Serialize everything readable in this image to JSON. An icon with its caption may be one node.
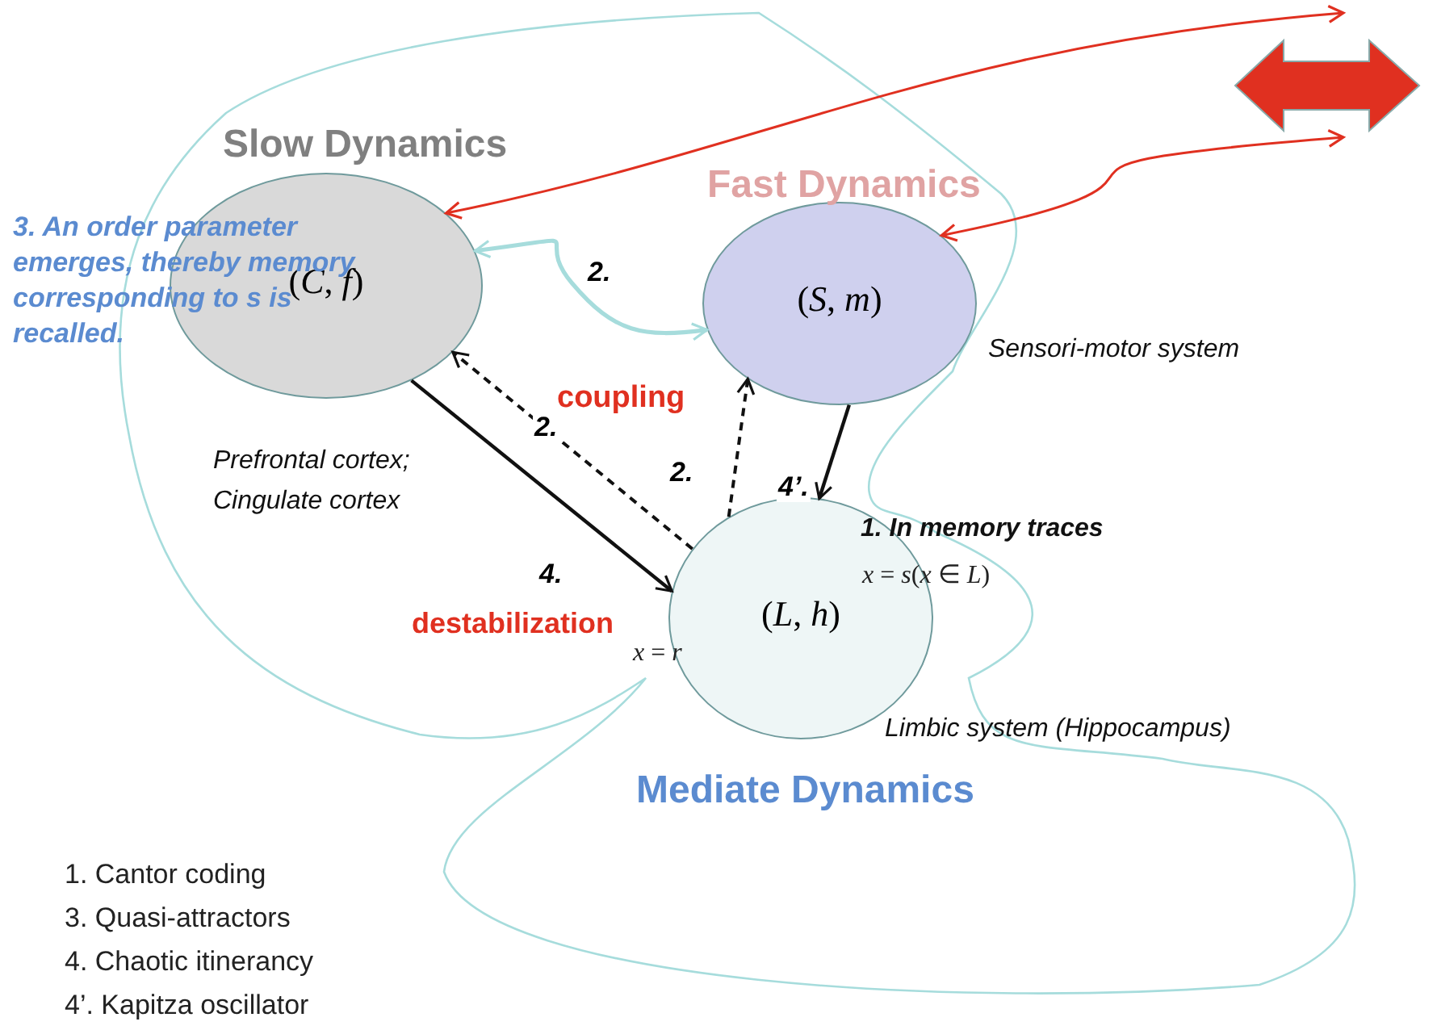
{
  "diagram": {
    "nodes": [
      {
        "text": [
          "Slow Dynamics",
          "(*C*, *f*)"
        ],
        "beside": [
          "Prefrontal cortex; Cingulate cortex"
        ]
      },
      {
        "text": [
          "Fast Dynamics",
          "(*S*, *m*)"
        ],
        "beside": [
          "Sensori-motor system"
        ]
      },
      {
        "text": [
          "(*L*, *h*)",
          "Mediate Dynamics"
        ],
        "beside": [
          "Limbic system (Hippocampus)"
        ]
      }
    ],
    "edges": [
      {
        "from": 0,
        "to": 1,
        "arrow": "both",
        "label": "2.",
        "color": "#a6dcdc"
      },
      {
        "from": 0,
        "to": 2,
        "arrow": "to",
        "label": "4."
      },
      {
        "from": 2,
        "to": 0,
        "arrow": "to",
        "label": "2.",
        "style": "dashed"
      },
      {
        "from": 2,
        "to": 1,
        "arrow": "to",
        "label": "2.",
        "style": "dashed"
      },
      {
        "from": 1,
        "to": 2,
        "arrow": "to",
        "label": "4’."
      },
      {
        "from": 0,
        "to": null,
        "arrow": "both",
        "color": "#e03020"
      },
      {
        "from": 1,
        "to": null,
        "arrow": "both",
        "color": "#e03020"
      }
    ],
    "labels": [
      "3. An order parameter emerges, thereby memory corresponding to s is recalled.",
      "coupling",
      "1. In memory traces",
      "*x* = *s*(*x* ∈ *L*)",
      "destabilization",
      "*x* = *r*",
      "1. Cantor coding",
      "3. Quasi-attractors",
      "4. Chaotic itinerancy",
      "4’. Kapitza oscillator"
    ]
  }
}
